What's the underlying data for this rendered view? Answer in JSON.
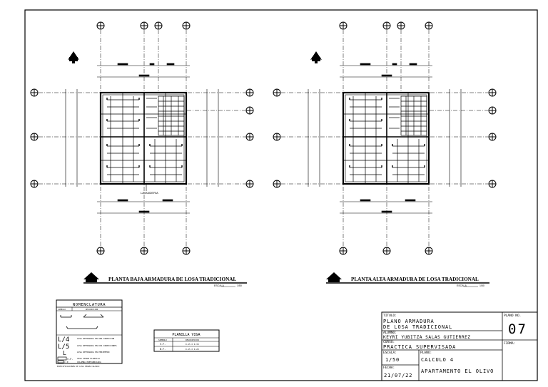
{
  "plans": {
    "ground": {
      "title": "PLANTA BAJA ARMADURA DE LOSA TRADICIONAL",
      "scale_label": "ESCALA",
      "scale_value": "1/50",
      "note": "LAVANDERIA"
    },
    "upper": {
      "title": "PLANTA ALTA ARMADURA DE LOSA TRADICIONAL",
      "scale_label": "ESCALA",
      "scale_value": "1/50"
    }
  },
  "nomenclature": {
    "title": "NOMENCLATURA",
    "col_symbol": "SIMBOLO",
    "col_description": "DESCRIPCION",
    "rows": [
      {
        "symbol": "L/4",
        "description": "LOSA REFORZADA EN UNA DIRECCION"
      },
      {
        "symbol": "L/5",
        "description": "LOSA REFORZADA EN DOS DIRECCIONES"
      },
      {
        "symbol": "L",
        "description": "LOSA REFORZADA EN PERIMETRO"
      },
      {
        "symbol": "V.F.",
        "description": "VIGA SEGUN PLANILLA"
      },
      {
        "symbol": "C.P.",
        "description": "COLUMNA PREFABRICADA"
      }
    ],
    "footer": "ESPECIFICACIONES DE LOSA SEGUN CALCULO"
  },
  "beam_schedule": {
    "title": "PLANILLA VIGA",
    "headers": [
      "SIMBOLO",
      "DESCRIPCION"
    ],
    "rows": [
      [
        "V.F.",
        "0.15 X 0.30"
      ],
      [
        "B.F.",
        "0.15 X 0.20"
      ]
    ]
  },
  "title_block": {
    "titulo_label": "TITULO:",
    "titulo_line1": "PLANO ARMADURA",
    "titulo_line2": "DE LOSA TRADICIONAL",
    "alumno_label": "ALUMNO:",
    "alumno": "KEYRI YUBITZA SALAS GUTIERREZ",
    "curso_label": "CURSO:",
    "curso": "PRACTICA SUPERVISADA",
    "escala_label": "ESCALA:",
    "escala": "1/50",
    "plano_label": "PLANO:",
    "plano_line1": "CALCULO 4",
    "plano_line2": "APARTAMENTO EL OLIVO",
    "fecha_label": "FECHA:",
    "fecha": "21/07/22",
    "plano_no_label": "PLANO NO.",
    "plano_no": "07",
    "firma_label": "FIRMA:"
  }
}
